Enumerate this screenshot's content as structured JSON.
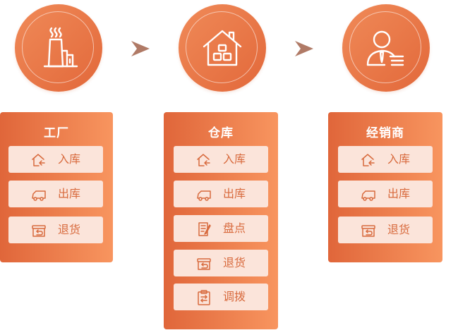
{
  "colors": {
    "accent": "#e8713f",
    "item_background": "#fbe4da",
    "item_text": "#d86a3d",
    "arrow": "#b07a66"
  },
  "columns": [
    {
      "icon": "factory-icon",
      "title": "工厂",
      "items": [
        {
          "icon": "house-in-icon",
          "label": "入库"
        },
        {
          "icon": "truck-icon",
          "label": "出库"
        },
        {
          "icon": "return-box-icon",
          "label": "退货"
        }
      ]
    },
    {
      "icon": "warehouse-icon",
      "title": "仓库",
      "items": [
        {
          "icon": "house-in-icon",
          "label": "入库"
        },
        {
          "icon": "truck-icon",
          "label": "出库"
        },
        {
          "icon": "checklist-icon",
          "label": "盘点"
        },
        {
          "icon": "return-box-icon",
          "label": "退货"
        },
        {
          "icon": "transfer-clipboard-icon",
          "label": "调拨"
        }
      ]
    },
    {
      "icon": "distributor-icon",
      "title": "经销商",
      "items": [
        {
          "icon": "house-in-icon",
          "label": "入库"
        },
        {
          "icon": "truck-icon",
          "label": "出库"
        },
        {
          "icon": "return-box-icon",
          "label": "退货"
        }
      ]
    }
  ]
}
